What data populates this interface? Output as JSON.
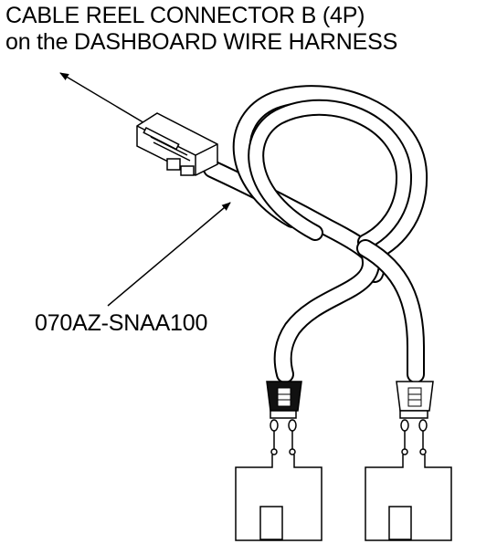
{
  "title": {
    "line1": "CABLE REEL CONNECTOR B (4P)",
    "line2": "on the DASHBOARD WIRE HARNESS"
  },
  "part_number": "070AZ-SNAA100",
  "colors": {
    "ink": "#000000",
    "background": "#ffffff"
  }
}
